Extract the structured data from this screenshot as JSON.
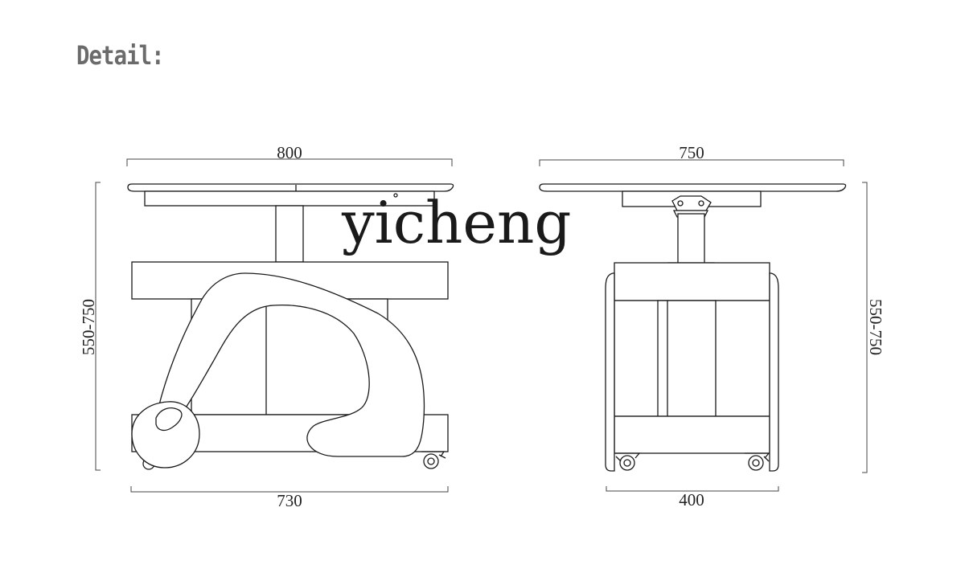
{
  "header": {
    "title": "Detail:"
  },
  "watermark": "yicheng",
  "front_view": {
    "top_width": "800",
    "bottom_width": "730",
    "height_range": "550-750"
  },
  "side_view": {
    "top_width": "750",
    "bottom_width": "400",
    "height_range": "550-750"
  },
  "colors": {
    "line": "#1a1a1a",
    "title": "#6b6b6b",
    "background": "#ffffff"
  }
}
